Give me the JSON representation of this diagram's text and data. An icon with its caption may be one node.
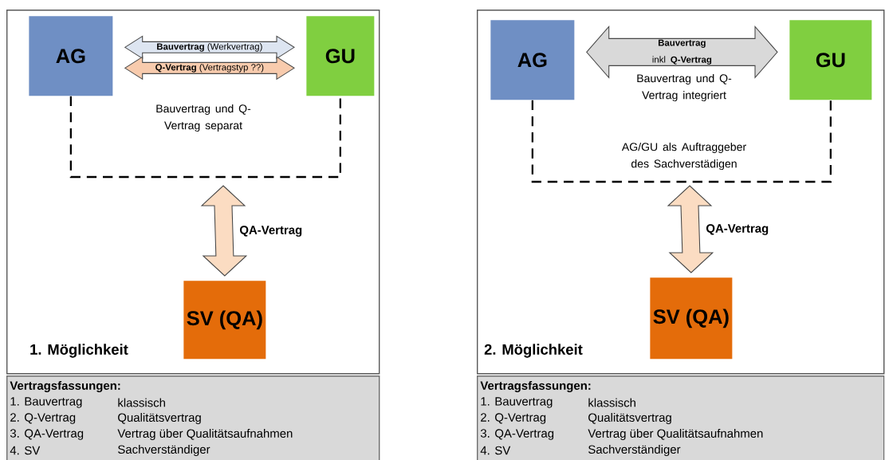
{
  "diagram": {
    "nodes": [
      {
        "text": [
          "1. Möglichkeit"
        ]
      },
      {
        "text": [
          "AG"
        ],
        "in": 0
      },
      {
        "text": [
          "GU"
        ],
        "in": 0
      },
      {
        "text": [
          "SV (QA)"
        ],
        "in": 0
      },
      {
        "text": [
          "Vertragsfassungen:",
          "1. Bauvertrag",
          "klassisch",
          "2. Q-Vertrag",
          "Qualitätsvertrag",
          "3. QA-Vertrag",
          "Vertrag über Qualitätsaufnahmen",
          "4. SV",
          "Sachverständiger"
        ]
      },
      {
        "text": [
          "2. Möglichkeit"
        ]
      },
      {
        "text": [
          "AG"
        ],
        "in": 5
      },
      {
        "text": [
          "GU"
        ],
        "in": 5
      },
      {
        "text": [
          "SV (QA)"
        ],
        "in": 5
      },
      {
        "text": [
          "Vertragsfassungen:",
          "1. Bauvertrag",
          "klassisch",
          "2. Q-Vertrag",
          "Qualitätsvertrag",
          "3. QA-Vertrag",
          "Vertrag über Qualitätsaufnahmen",
          "4. SV",
          "Sachverständiger"
        ]
      }
    ],
    "edges": [
      {
        "from": 1,
        "to": 2,
        "arrow": "both",
        "label": "**Bauvertrag** (Werkvertrag)",
        "color": "#dde5f1"
      },
      {
        "from": 1,
        "to": 2,
        "arrow": "both",
        "label": "**Q-Vertrag** (Vertragstyp ??)",
        "color": "#f8cbad"
      },
      {
        "from": 1,
        "to": 2,
        "arrow": "none",
        "style": "dashed"
      },
      {
        "from": null,
        "to": 3,
        "arrow": "both",
        "label": "QA-Vertrag",
        "color": "#fbdcc2"
      },
      {
        "from": 6,
        "to": 7,
        "arrow": "both",
        "label": "**Bauvertrag** inkl **Q-Vertrag**",
        "color": "#d9d9d9"
      },
      {
        "from": 6,
        "to": 7,
        "arrow": "none",
        "style": "dashed"
      },
      {
        "from": null,
        "to": 8,
        "arrow": "both",
        "label": "QA-Vertrag",
        "color": "#fbdcc2"
      }
    ],
    "labels": [
      "Bauvertrag und Q-Vertrag separat",
      "Bauvertrag und Q-Vertrag integriert",
      "AG/GU als Auftraggeber des Sachverstädigen"
    ]
  }
}
